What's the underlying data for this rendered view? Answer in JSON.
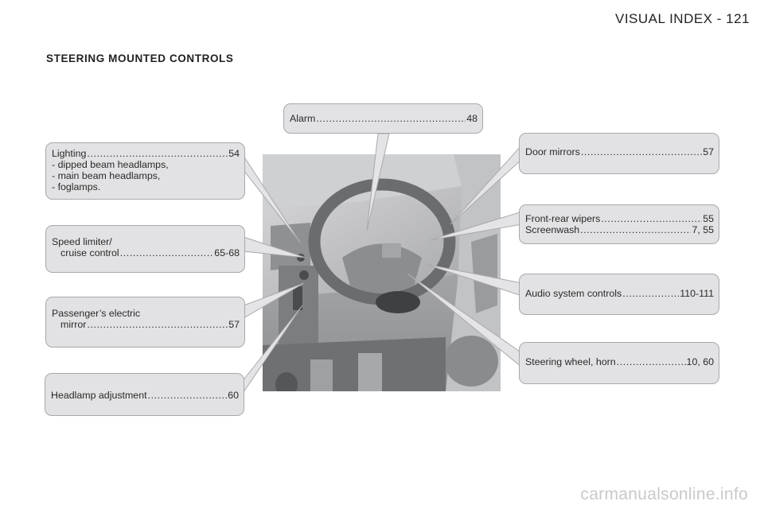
{
  "header": {
    "title": "VISUAL INDEX - 121"
  },
  "section": {
    "title": "STEERING MOUNTED CONTROLS"
  },
  "callouts": {
    "alarm": {
      "label": "Alarm",
      "page": "48"
    },
    "lighting": {
      "label": "Lighting",
      "page": "54",
      "items": [
        "-  dipped beam headlamps,",
        "-  main beam headlamps,",
        "-  foglamps."
      ]
    },
    "speed_limiter": {
      "line1": "Speed limiter/",
      "label": "cruise control",
      "page": "65-68"
    },
    "passenger_mirror": {
      "line1": "Passenger’s electric",
      "label": "mirror",
      "page": "57"
    },
    "headlamp_adjustment": {
      "label": "Headlamp adjustment",
      "page": "60"
    },
    "door_mirrors": {
      "label": "Door mirrors",
      "page": "57"
    },
    "wipers": {
      "wipers_label": "Front-rear wipers",
      "wipers_page": "55",
      "screenwash_label": "Screenwash",
      "screenwash_page": "7, 55"
    },
    "audio": {
      "label": "Audio system controls",
      "page": "110-111"
    },
    "steering_wheel": {
      "label": "Steering wheel, horn",
      "page": "10, 60"
    }
  },
  "watermark": {
    "text": "carmanualsonline.info"
  },
  "colors": {
    "callout_bg": "#e2e2e4",
    "callout_border": "#a9a9ad",
    "photo_bg": "#9d9ea0"
  }
}
